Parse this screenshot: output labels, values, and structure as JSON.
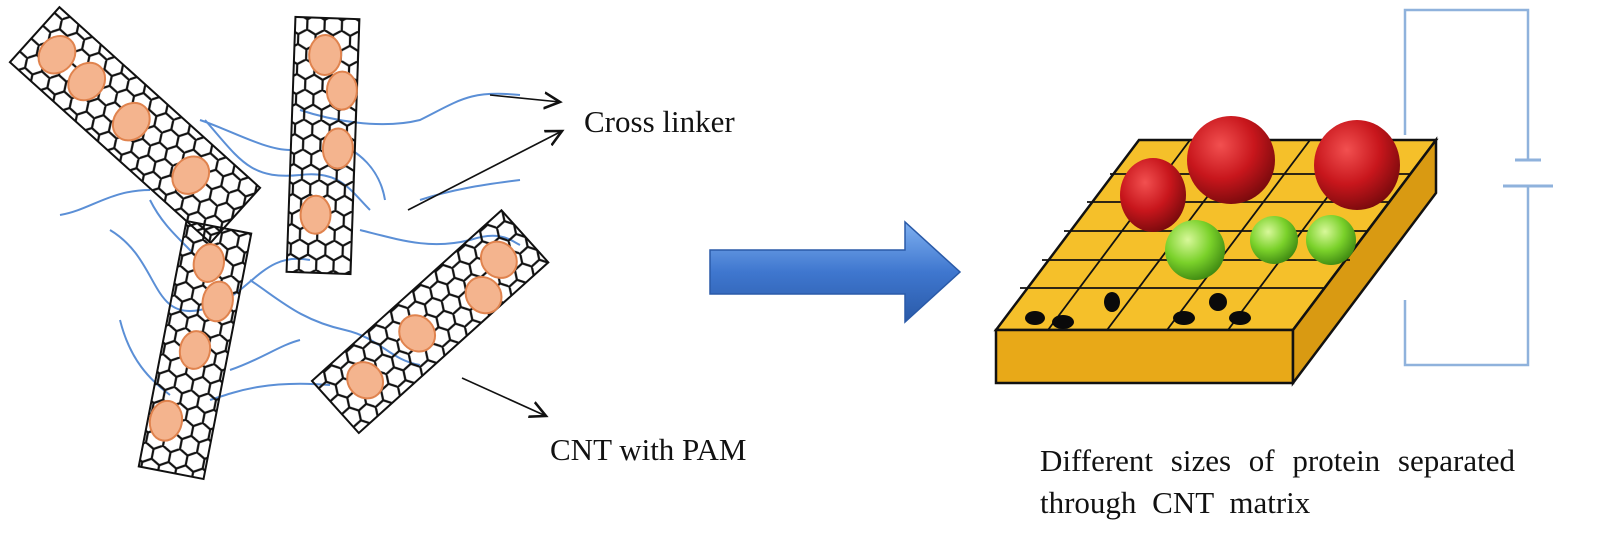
{
  "labels": {
    "cross_linker": "Cross linker",
    "cnt_with_pam": "CNT with PAM",
    "caption_line1": "Different  sizes of protein  separated",
    "caption_line2": "through  CNT matrix"
  },
  "colors": {
    "nanotube_lattice": "#111111",
    "pam_particle": "#f4b48e",
    "pam_particle_edge": "#e0834e",
    "cross_linker_fiber": "#5b8fd6",
    "process_arrow": "#4a7fd0",
    "gel_slab_top": "#f5c02a",
    "gel_slab_side": "#e3a414",
    "large_protein": "#c8161c",
    "medium_protein": "#7ad12a",
    "small_protein": "#0a0a0a",
    "circuit_wire": "#8fb2dc"
  },
  "icons": {
    "nanotube": "carbon-nanotube-icon",
    "process_arrow": "right-arrow-icon",
    "battery": "battery-icon"
  }
}
